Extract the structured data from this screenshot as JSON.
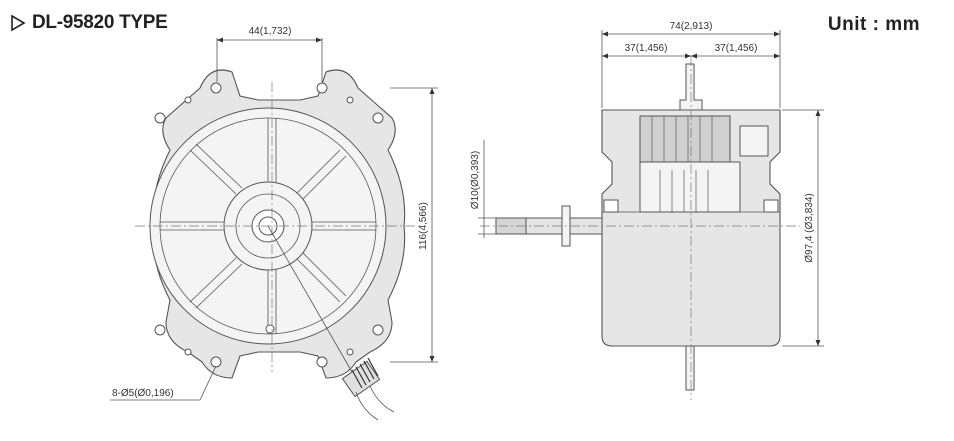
{
  "title": "DL-95820 TYPE",
  "unit": "Unit : mm",
  "front_view": {
    "width_dim": "44(1,732)",
    "height_dim": "116(4,566)",
    "hole_note": "8-Ø5(Ø0,196)"
  },
  "side_view": {
    "total_length": "74(2,913)",
    "half_left": "37(1,456)",
    "half_right": "37(1,456)",
    "shaft_dia": "Ø10(Ø0,393)",
    "body_dia": "Ø97,4 (Ø3,834)"
  }
}
